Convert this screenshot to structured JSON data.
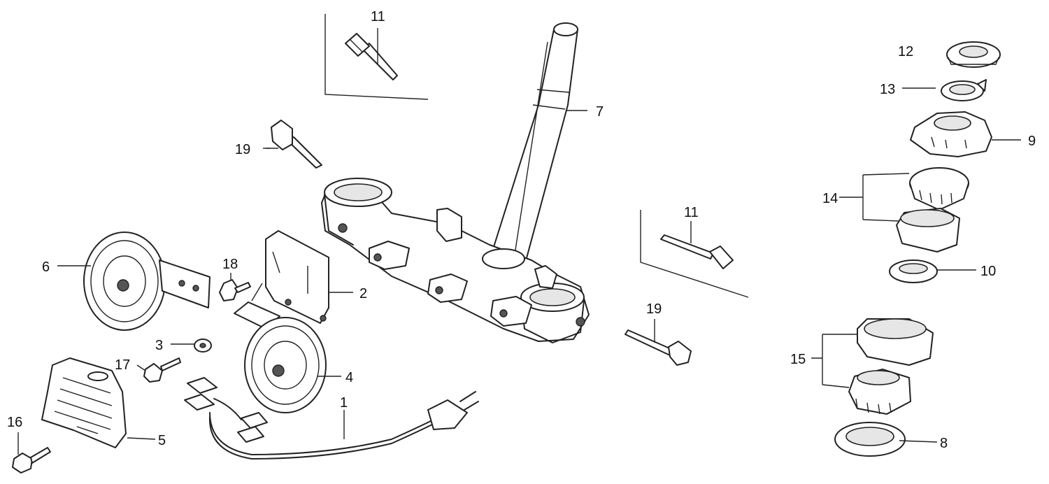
{
  "callouts": {
    "c1": "1",
    "c2": "2",
    "c3": "3",
    "c4": "4",
    "c5": "5",
    "c6": "6",
    "c7": "7",
    "c8": "8",
    "c9": "9",
    "c10": "10",
    "c11a": "11",
    "c11b": "11",
    "c12": "12",
    "c13": "13",
    "c14": "14",
    "c15": "15",
    "c16": "16",
    "c17": "17",
    "c18": "18",
    "c19a": "19",
    "c19b": "19"
  },
  "colors": {
    "ink": "#222222",
    "paper": "#ffffff",
    "shade": "#e6e6e6"
  }
}
